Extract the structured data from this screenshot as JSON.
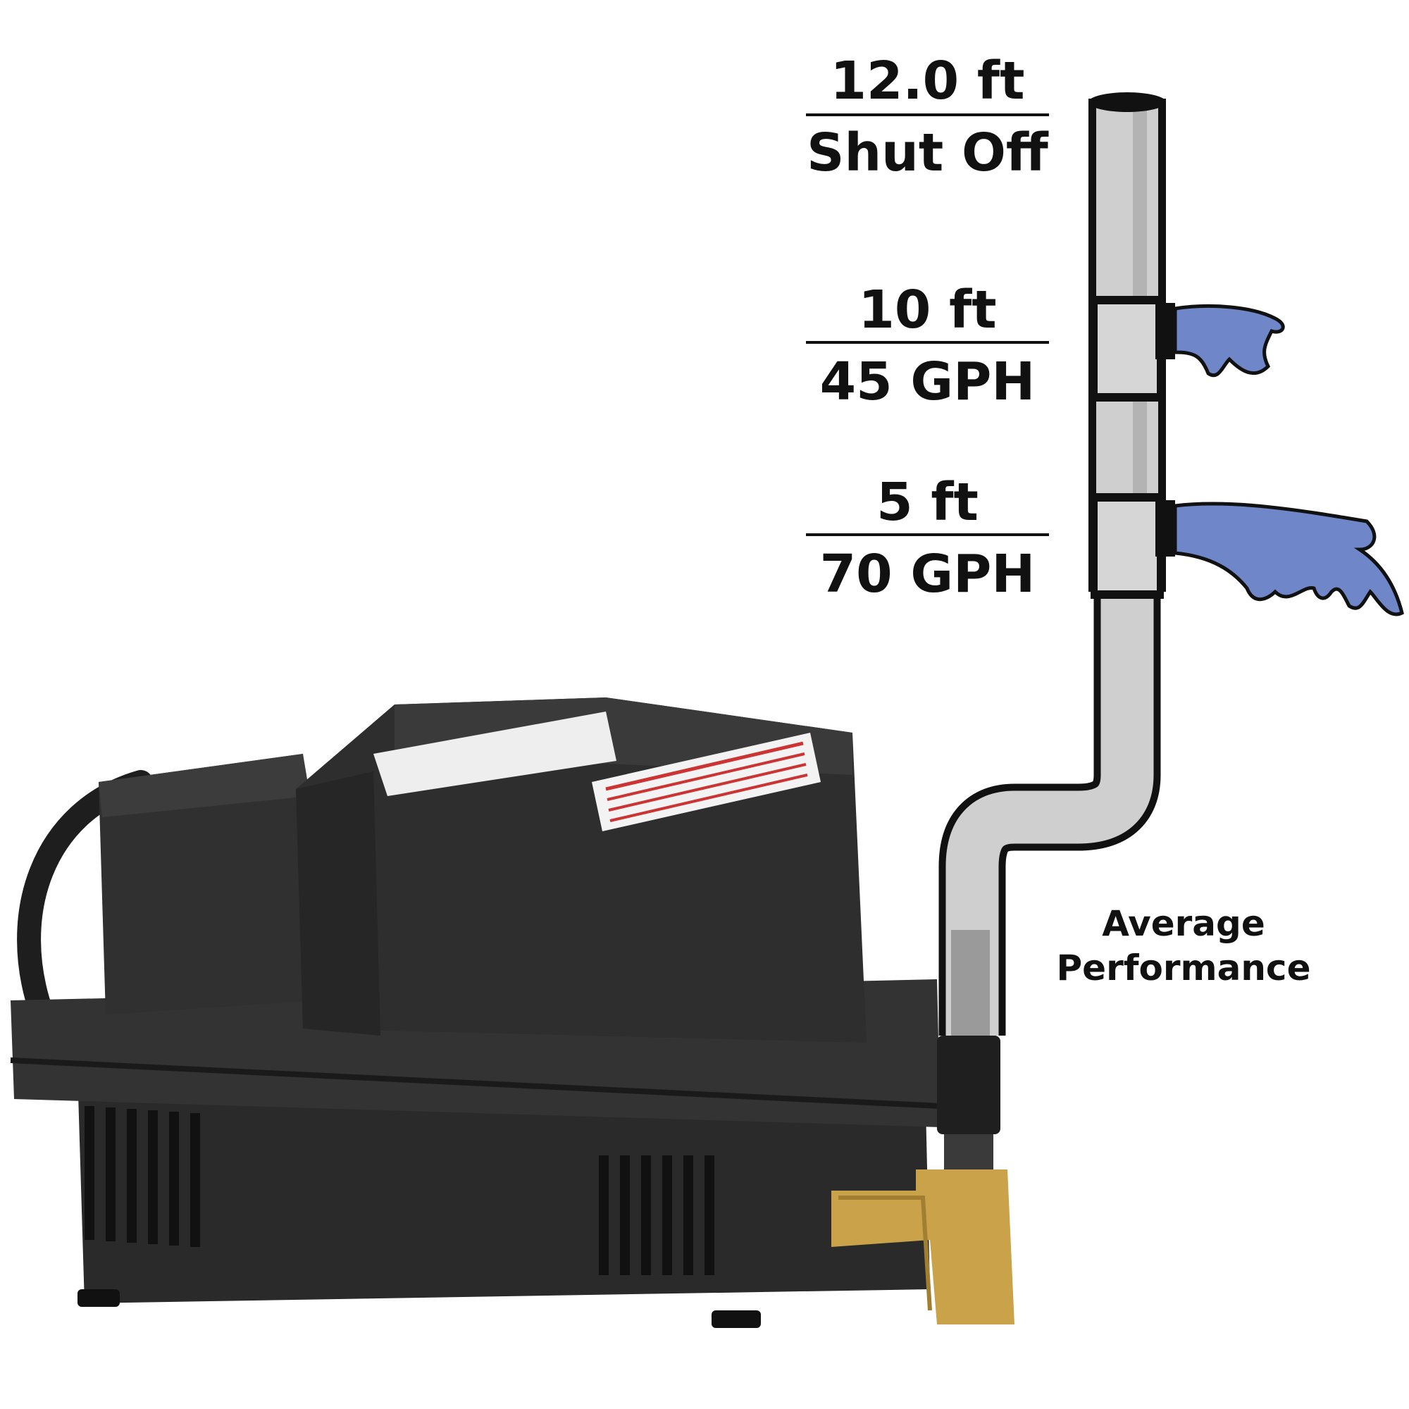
{
  "levels": [
    {
      "height": "12.0 ft",
      "flow": "Shut Off"
    },
    {
      "height": "10 ft",
      "flow": "45 GPH"
    },
    {
      "height": "5 ft",
      "flow": "70 GPH"
    }
  ],
  "performance": {
    "line1": "Average",
    "line2": "Performance"
  },
  "colors": {
    "water": "#6f86c9",
    "pipe": "#cfcfcf",
    "pump_body": "#2b2b2b",
    "brass": "#c9a24a"
  }
}
